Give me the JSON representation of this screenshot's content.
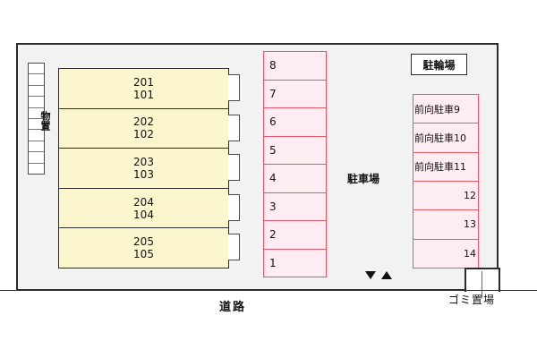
{
  "plan": {
    "title": "site-layout-plan",
    "colors": {
      "frame_border": "#2b2b2b",
      "site_background": "#f2f2f2",
      "unit_fill": "#fcf6cf",
      "unit_border": "#2b2b2b",
      "parking_fill": "#fdecf1",
      "parking_border": "#e8566a",
      "white": "#ffffff",
      "text": "#111111"
    }
  },
  "storage": {
    "label": "物置",
    "cell_count": 10,
    "cells": [
      "",
      "",
      "",
      "",
      "",
      "",
      "",
      "",
      "",
      ""
    ]
  },
  "building": {
    "units": [
      {
        "upper": "201",
        "lower": "101"
      },
      {
        "upper": "202",
        "lower": "102"
      },
      {
        "upper": "203",
        "lower": "103"
      },
      {
        "upper": "204",
        "lower": "104"
      },
      {
        "upper": "205",
        "lower": "105"
      }
    ]
  },
  "parking_left": {
    "stalls": [
      {
        "label": "8"
      },
      {
        "label": "7"
      },
      {
        "label": "6"
      },
      {
        "label": "5"
      },
      {
        "label": "4"
      },
      {
        "label": "3"
      },
      {
        "label": "2"
      },
      {
        "label": "1"
      }
    ]
  },
  "parking_right": {
    "stalls": [
      {
        "label": "前向駐車9",
        "wide": true
      },
      {
        "label": "前向駐車10",
        "wide": true
      },
      {
        "label": "前向駐車11",
        "wide": true
      },
      {
        "label": "12",
        "wide": false
      },
      {
        "label": "13",
        "wide": false
      },
      {
        "label": "14",
        "wide": false
      }
    ]
  },
  "labels": {
    "parking_lot": "駐車場",
    "bicycle_parking": "駐輪場",
    "garbage_area": "ゴミ置場",
    "road": "道路"
  },
  "arrows": {
    "in": "▼",
    "out": "▲"
  }
}
